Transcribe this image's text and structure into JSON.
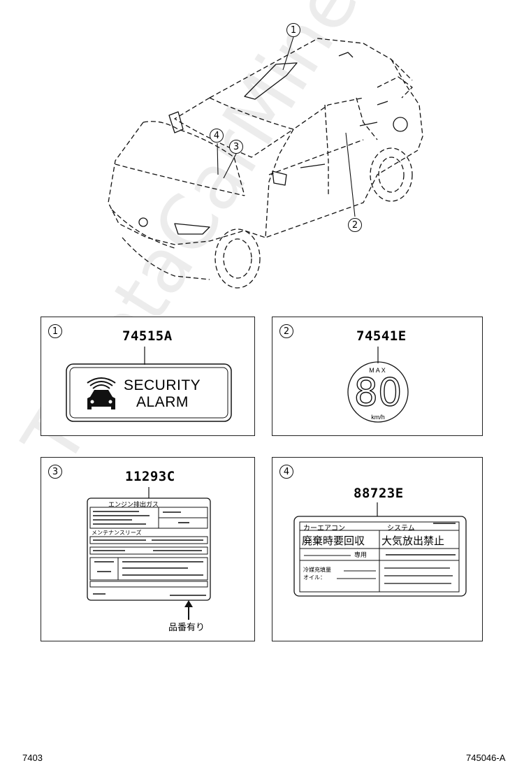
{
  "watermark": "ToyotaCarMine.ru",
  "vehicle_callouts": [
    "1",
    "2",
    "3",
    "4"
  ],
  "panels": [
    {
      "callout": "1",
      "part_number": "74515A",
      "label_line1": "SECURITY",
      "label_line2": "ALARM"
    },
    {
      "callout": "2",
      "part_number": "74541E",
      "max_text": "MAX",
      "speed": "80",
      "unit": "km/h"
    },
    {
      "callout": "3",
      "part_number": "11293C",
      "title": "エンジン排出ガス",
      "subtitle": "メンテナンスリーズ",
      "note": "品番有り"
    },
    {
      "callout": "4",
      "part_number": "88723E",
      "header_left": "カーエアコン",
      "header_right": "システム",
      "left_big": "廃棄時要回収",
      "right_big": "大気放出禁止",
      "dedicated": "専用",
      "refrigerant": "冷媒充填量",
      "oil": "オイル："
    }
  ],
  "footer": {
    "left": "7403",
    "right": "745046-A"
  }
}
